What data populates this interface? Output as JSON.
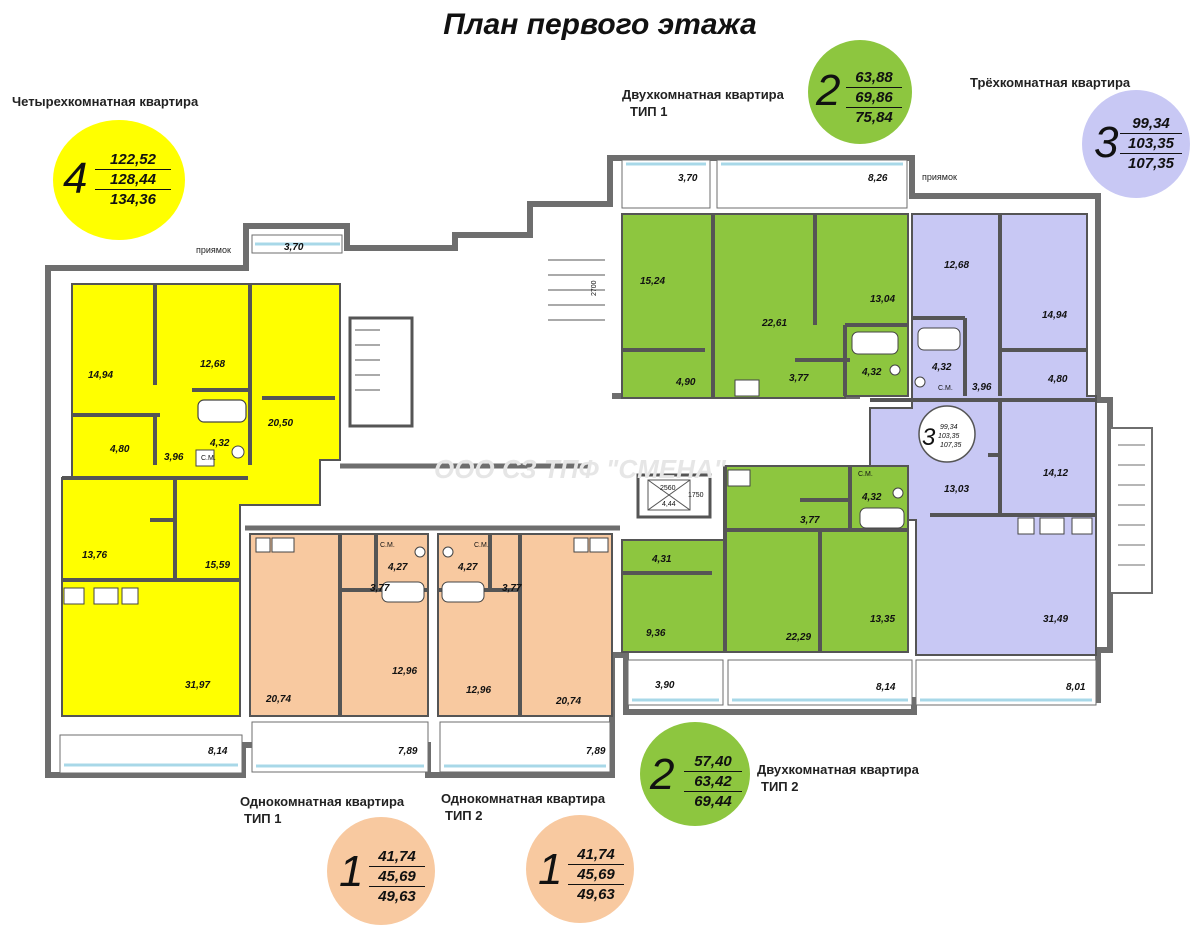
{
  "title": "План первого этажа",
  "watermark": "ООО СЗ ТПФ \"СМЕНА\"",
  "annotations": {
    "priyamok": "приямок",
    "sm": "С.М.",
    "lift_top": "2560",
    "lift_side": "1750",
    "lift_area": "4,44",
    "stair_width": "2700"
  },
  "apartments": {
    "four_room": {
      "label": "Четырехкомнатная квартира",
      "count": "4",
      "areas": [
        "122,52",
        "128,44",
        "134,36"
      ],
      "color": "#ffff00",
      "rooms": [
        "14,94",
        "12,68",
        "20,50",
        "4,80",
        "3,96",
        "4,32",
        "13,76",
        "15,59",
        "31,97",
        "8,14",
        "3,70"
      ]
    },
    "two_room_type1": {
      "label_line1": "Двухкомнатная квартира",
      "label_line2": "ТИП 1",
      "count": "2",
      "areas": [
        "63,88",
        "69,86",
        "75,84"
      ],
      "color": "#8dc63f",
      "rooms": [
        "15,24",
        "22,61",
        "13,04",
        "4,90",
        "3,77",
        "4,32",
        "3,70",
        "8,26"
      ]
    },
    "three_room": {
      "label": "Трёхкомнатная квартира",
      "count": "3",
      "areas": [
        "99,34",
        "103,35",
        "107,35"
      ],
      "color": "#c8c8f4",
      "rooms": [
        "12,68",
        "14,94",
        "4,32",
        "3,96",
        "4,80",
        "13,03",
        "14,12",
        "31,49",
        "8,01"
      ]
    },
    "one_room_type1": {
      "label_line1": "Однокомнатная квартира",
      "label_line2": "ТИП 1",
      "count": "1",
      "areas": [
        "41,74",
        "45,69",
        "49,63"
      ],
      "color": "#f8c9a0",
      "rooms": [
        "3,77",
        "4,27",
        "20,74",
        "12,96",
        "7,89"
      ]
    },
    "one_room_type2": {
      "label_line1": "Однокомнатная квартира",
      "label_line2": "ТИП 2",
      "count": "1",
      "areas": [
        "41,74",
        "45,69",
        "49,63"
      ],
      "color": "#f8c9a0",
      "rooms": [
        "4,27",
        "3,77",
        "12,96",
        "20,74",
        "7,89"
      ]
    },
    "two_room_type2": {
      "label_line1": "Двухкомнатная квартира",
      "label_line2": "ТИП 2",
      "count": "2",
      "areas": [
        "57,40",
        "63,42",
        "69,44"
      ],
      "color": "#8dc63f",
      "rooms": [
        "4,31",
        "3,77",
        "4,32",
        "9,36",
        "22,29",
        "13,35",
        "3,90",
        "8,14"
      ]
    }
  },
  "colors": {
    "wall": "#6e6e6e",
    "corridor": "#ffffff",
    "balcony_glass": "#a8d8e8"
  }
}
